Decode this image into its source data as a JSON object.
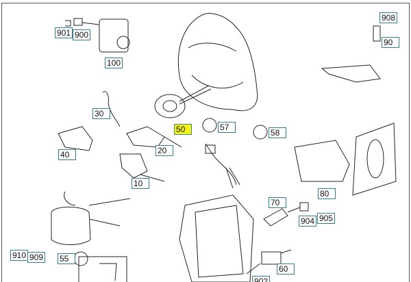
{
  "title": "Steering column switches and pedal switches parts diagram",
  "callouts": [
    {
      "id": "901",
      "highlighted": false
    },
    {
      "id": "900",
      "highlighted": false
    },
    {
      "id": "100",
      "highlighted": false
    },
    {
      "id": "908",
      "highlighted": false
    },
    {
      "id": "90",
      "highlighted": false
    },
    {
      "id": "30",
      "highlighted": false
    },
    {
      "id": "50",
      "highlighted": true
    },
    {
      "id": "57",
      "highlighted": false
    },
    {
      "id": "58",
      "highlighted": false
    },
    {
      "id": "40",
      "highlighted": false
    },
    {
      "id": "20",
      "highlighted": false
    },
    {
      "id": "10",
      "highlighted": false
    },
    {
      "id": "80",
      "highlighted": false
    },
    {
      "id": "70",
      "highlighted": false
    },
    {
      "id": "904",
      "highlighted": false
    },
    {
      "id": "905",
      "highlighted": false
    },
    {
      "id": "910",
      "highlighted": false
    },
    {
      "id": "909",
      "highlighted": false
    },
    {
      "id": "55",
      "highlighted": false
    },
    {
      "id": "60",
      "highlighted": false
    },
    {
      "id": "902",
      "highlighted": false
    }
  ],
  "colors": {
    "callout_border": "#2f7f8f",
    "highlight": "#f3f21a"
  }
}
